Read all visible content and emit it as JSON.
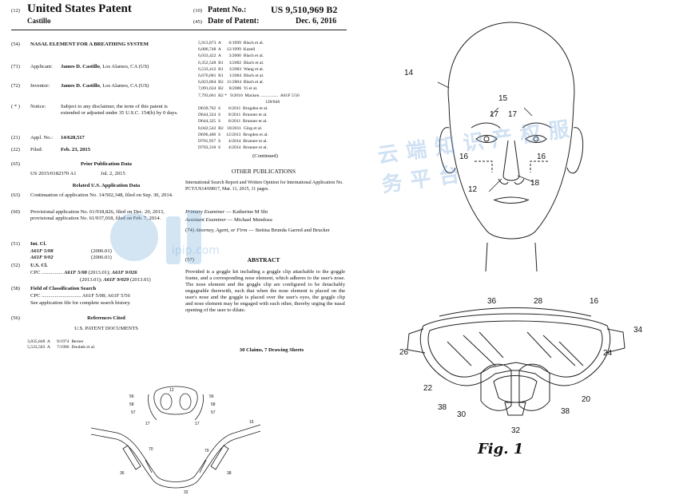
{
  "header": {
    "code_12": "(12)",
    "title": "United States Patent",
    "inventor_short": "Castillo",
    "code_10": "(10)",
    "patent_no_label": "Patent No.:",
    "patent_no": "US 9,510,969 B2",
    "code_45": "(45)",
    "date_label": "Date of Patent:",
    "date": "Dec. 6, 2016"
  },
  "left": {
    "f54_code": "(54)",
    "f54_title": "NASAL ELEMENT FOR A BREATHING SYSTEM",
    "f71_code": "(71)",
    "f71_label": "Applicant:",
    "f71_name": "James D. Castillo",
    "f71_rest": ", Los Alamos, CA (US)",
    "f72_code": "(72)",
    "f72_label": "Inventor:",
    "f72_name": "James D. Castillo",
    "f72_rest": ", Los Alamos, CA (US)",
    "notice_code": "( * )",
    "notice_label": "Notice:",
    "notice_text": "Subject to any disclaimer, the term of this patent is extended or adjusted under 35 U.S.C. 154(b) by 0 days.",
    "f21_code": "(21)",
    "f21_label": "Appl. No.:",
    "f21_value": "14/628,517",
    "f22_code": "(22)",
    "f22_label": "Filed:",
    "f22_value": "Feb. 23, 2015",
    "f65_code": "(65)",
    "f65_title": "Prior Publication Data",
    "f65_pub": "US 2015/0182370 A1",
    "f65_date": "Jul. 2, 2015",
    "related_title": "Related U.S. Application Data",
    "f63_code": "(63)",
    "f63_text": "Continuation of application No. 14/502,348, filed on Sep. 30, 2014.",
    "f60_code": "(60)",
    "f60_text": "Provisional application No. 61/918,826, filed on Dec. 20, 2013, provisional application No. 61/937,018, filed on Feb. 7, 2014.",
    "f51_code": "(51)",
    "f51_label": "Int. Cl.",
    "f51_rows": [
      {
        "cls": "A61F 5/08",
        "yr": "(2006.01)"
      },
      {
        "cls": "A61F 9/02",
        "yr": "(2006.01)"
      }
    ],
    "f52_code": "(52)",
    "f52_label": "U.S. Cl.",
    "f52_cpc": "CPC ................",
    "f52_line1_a": "A61F 5/08",
    "f52_line1_b": " (2013.01); ",
    "f52_line1_c": "A61F 9/026",
    "f52_line2_a": "(2013.01); ",
    "f52_line2_b": "A61F 9/029",
    "f52_line2_c": " (2013.01)",
    "f58_code": "(58)",
    "f58_label": "Field of Classification Search",
    "f58_cpc": "CPC .............................. A61F 5/08; A61F 5/56",
    "f58_see": "See application file for complete search history.",
    "f56_code": "(56)",
    "f56_label": "References Cited",
    "usdocs_title": "U.S. PATENT DOCUMENTS",
    "refs_left": [
      "3,835,848  A      9/1974  Berner",
      "5,533,503  A      7/1996  Doubek et al."
    ]
  },
  "middle": {
    "refs_right": [
      "5,913,873  A       6/1999  Blach et al.",
      "6,006,748  A     12/1999  Kazell",
      "6,033,422  A       3/2000  Blach et al.",
      "6,352,548  B1     3/2002  Blach et al.",
      "6,533,412  B1     3/2003  Wang et al.",
      "6,676,681  B1     1/2004  Blach et al.",
      "6,823,864  B2   11/2004  Blach et al.",
      "7,091,634  B2     8/2006  Yi et al.",
      "7,793,661  B2 *   9/2010  Macken ................  A61F 5/56",
      "                                                            128/846",
      "D639,762  S       6/2011  Brogden et al.",
      "D644,324  S       8/2011  Brunner et al.",
      "D644,325  S       8/2011  Brunner et al.",
      "8,042,542  B2   10/2011  Ging et al.",
      "D696,400  S     12/2013  Brogden et al.",
      "D701,957  S       4/2014  Brunner et al.",
      "D703,318  S       4/2014  Brunner et al."
    ],
    "continued": "(Continued)",
    "other_pubs_title": "OTHER PUBLICATIONS",
    "other_pubs_text": "International Search Report and Written Opinion for International Application No. PCT/US14/69817, Mar. 11, 2015, 11 pages.",
    "primary_label": "Primary Examiner",
    "primary_name": " — Katherine M Shi",
    "assistant_label": "Assistant Examiner",
    "assistant_name": " — Michael Mendoza",
    "attorney_code": "(74)",
    "attorney_label": "Attorney, Agent, or Firm",
    "attorney_name": " — Stetina Brunda Garred and Brucker",
    "abstract_code": "(57)",
    "abstract_title": "ABSTRACT",
    "abstract_text": "Provided is a goggle kit including a goggle clip attachable to the goggle frame, and a corresponding nose element, which adheres to the user's nose. The nose element and the goggle clip are configured to be detachably engageable therewith, such that when the nose element is placed on the user's nose and the goggle is placed over the user's eyes, the goggle clip and nose element may be engaged with each other, thereby urging the nasal opening of the user to dilate.",
    "claims": "30 Claims, 7 Drawing Sheets"
  },
  "figure": {
    "caption": "Fig. 1",
    "face_labels": [
      "14",
      "15",
      "17",
      "17",
      "16",
      "16",
      "12",
      "18"
    ],
    "goggle_labels": [
      "16",
      "36",
      "28",
      "34",
      "24",
      "26",
      "22",
      "20",
      "38",
      "30",
      "38",
      "32"
    ],
    "small_labels": [
      "12",
      "56",
      "56",
      "58",
      "58",
      "57",
      "57",
      "17",
      "17",
      "16",
      "32",
      "70",
      "70",
      "36",
      "38"
    ]
  },
  "watermark": {
    "cn_text": "云端知识产权服务平台",
    "site": "ipip.com"
  }
}
